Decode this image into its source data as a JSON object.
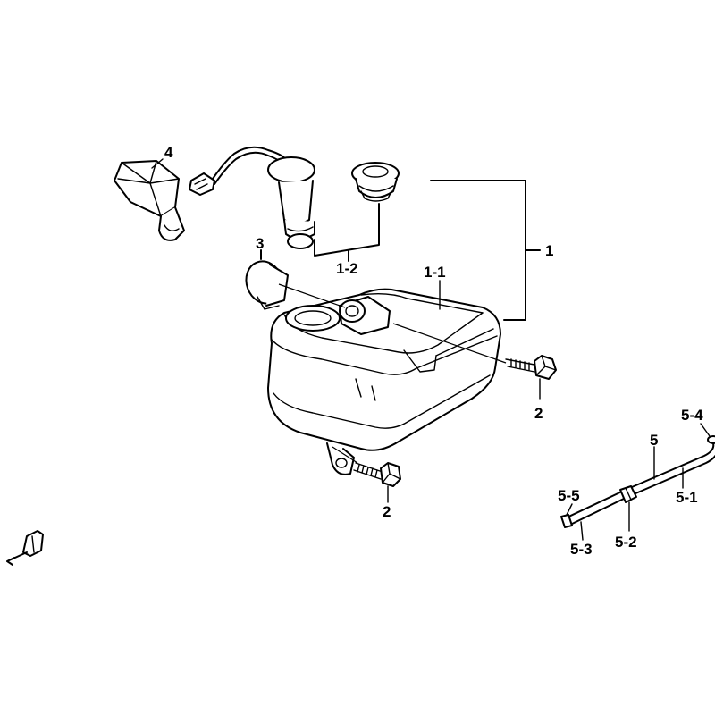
{
  "diagram": {
    "callouts": {
      "c1": "1",
      "c1_1": "1-1",
      "c1_2": "1-2",
      "c2a": "2",
      "c2b": "2",
      "c3": "3",
      "c4": "4",
      "c5": "5",
      "c5_1": "5-1",
      "c5_2": "5-2",
      "c5_3": "5-3",
      "c5_4": "5-4",
      "c5_5": "5-5"
    }
  }
}
